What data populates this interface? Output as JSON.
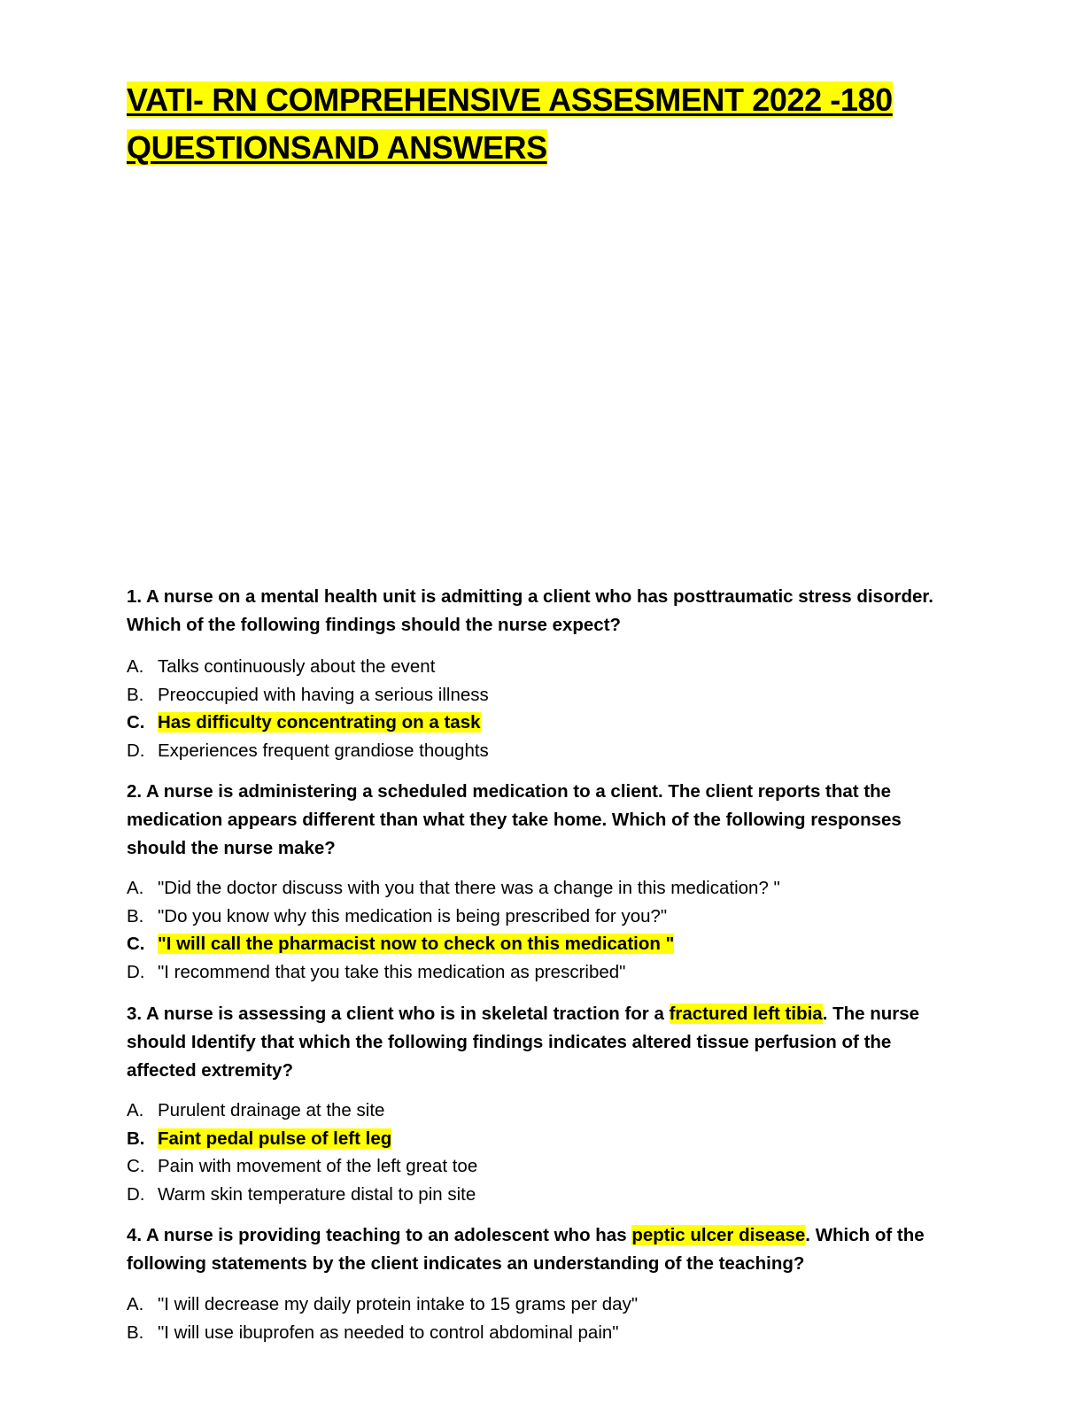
{
  "title": {
    "line1": "VATI- RN COMPREHENSIVE ASSESMENT 2022  -180 ",
    "line2": "QUESTIONSAND ANSWERS"
  },
  "questions": [
    {
      "text": "1. A nurse on a mental health unit is admitting a client who has posttraumatic stress disorder. Which of the following findings should the nurse expect?",
      "options": [
        {
          "letter": "A.",
          "text": "Talks continuously about the event"
        },
        {
          "letter": "B.",
          "text": "Preoccupied with having a serious illness"
        },
        {
          "letter": "C.",
          "text": "Has difficulty concentrating on a task",
          "correct": true
        },
        {
          "letter": "D.",
          "text": "Experiences frequent grandiose thoughts"
        }
      ]
    },
    {
      "text": "2. A nurse is administering a scheduled medication to a client. The client reports that the medication appears different than what they take home. Which of the following responses should the nurse make?",
      "options": [
        {
          "letter": "A.",
          "text": "\"Did the doctor discuss with you that there was a change in this medication? \""
        },
        {
          "letter": "B.",
          "text": "\"Do you know why this medication is being prescribed for you?\""
        },
        {
          "letter": "C.",
          "text": "\"I will call the pharmacist now to check on this medication \"",
          "correct": true
        },
        {
          "letter": "D.",
          "text": "\"I recommend that you take this medication as prescribed\""
        }
      ]
    },
    {
      "text_before": "3. A nurse is assessing a client who is in skeletal traction for a ",
      "text_highlight": "fractured left tibia",
      "text_after": ". The nurse should Identify that which the following findings indicates altered tissue perfusion of the affected extremity?",
      "options": [
        {
          "letter": "A.",
          "text": "Purulent drainage at the site"
        },
        {
          "letter": "B.",
          "text": "Faint pedal pulse of left leg",
          "correct": true
        },
        {
          "letter": "C.",
          "text": "Pain with movement of the left great toe"
        },
        {
          "letter": "D.",
          "text": "Warm skin temperature distal to pin site"
        }
      ]
    },
    {
      "text_before": "4. A nurse is providing teaching to an adolescent who has ",
      "text_highlight": "peptic ulcer disease",
      "text_after": ". Which of the following statements by the client indicates an understanding of the teaching?",
      "options": [
        {
          "letter": "A.",
          "text": "\"I will decrease my daily protein intake to 15 grams per day\""
        },
        {
          "letter": "B.",
          "text": "\"I will use ibuprofen as needed to control abdominal pain\""
        }
      ]
    }
  ],
  "colors": {
    "highlight": "#ffff00",
    "text": "#000000"
  }
}
